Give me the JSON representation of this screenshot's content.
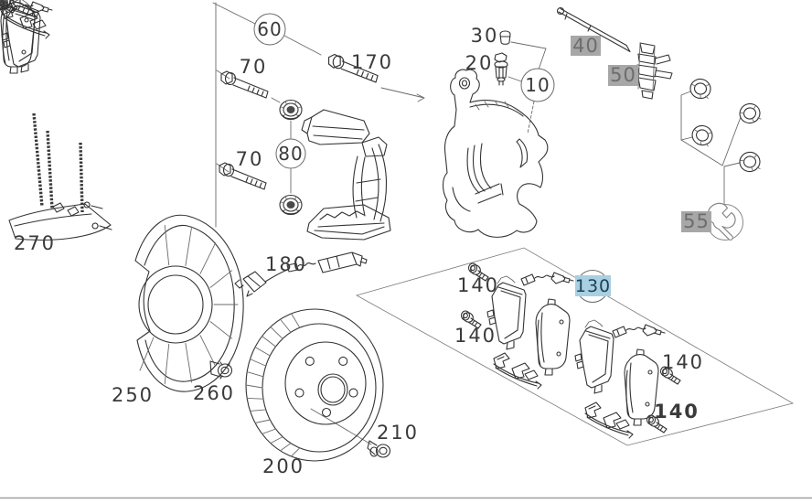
{
  "diagram": {
    "type": "exploded-parts-diagram",
    "callouts": {
      "c10": "10",
      "c20": "20",
      "c30": "30",
      "c40": "40",
      "c50": "50",
      "c55": "55",
      "c60": "60",
      "c70a": "70",
      "c70b": "70",
      "c80": "80",
      "c130": "130",
      "c140a": "140",
      "c140b": "140",
      "c140c": "140",
      "c140d": "140",
      "c170": "170",
      "c180": "180",
      "c200": "200",
      "c210": "210",
      "c250": "250",
      "c260": "260",
      "c270": "270"
    },
    "highlighted_callout": "130",
    "tool_callouts": [
      "40",
      "50",
      "55"
    ],
    "icons": {
      "special_tool": "wrench-icon"
    },
    "colors": {
      "background": "#ffffff",
      "line_art": "#333333",
      "label_text": "#3a3a3a",
      "callout_circle": "#6a6a6a",
      "highlight_bg": "#a9cfe2",
      "highlight_text": "#1d4254",
      "tool_box_bg": "#a7a7a7",
      "tool_box_text": "#6d6d6d",
      "bottom_rule": "#a0a0a0"
    }
  }
}
